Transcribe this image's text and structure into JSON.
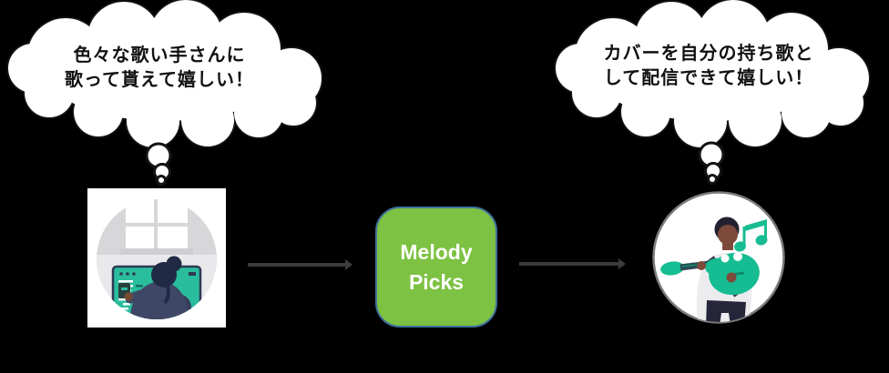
{
  "canvas": {
    "background": "#000000"
  },
  "left_bubble": {
    "lines": [
      "色々な歌い手さんに",
      "歌って貰えて嬉しい！"
    ]
  },
  "right_bubble": {
    "lines": [
      "カバーを自分の持ち歌と",
      "して配信できて嬉しい！"
    ]
  },
  "center_box": {
    "lines": [
      "Melody",
      "Picks"
    ]
  },
  "icons": {
    "left_illustration": "person-coding-at-computer",
    "right_illustration": "guitarist-with-music-notes",
    "left_bubble_shape": "cloud-thought-bubble",
    "right_bubble_shape": "cloud-thought-bubble",
    "music_note_icon": "beamed-eighth-notes"
  },
  "colors": {
    "box_green": "#7DC242",
    "box_border": "#41719C",
    "connector": "#3C3C3C",
    "bubble_outline": "#141414",
    "illustration_teal": "#17BD92",
    "screen_green": "#2ABD9D"
  }
}
